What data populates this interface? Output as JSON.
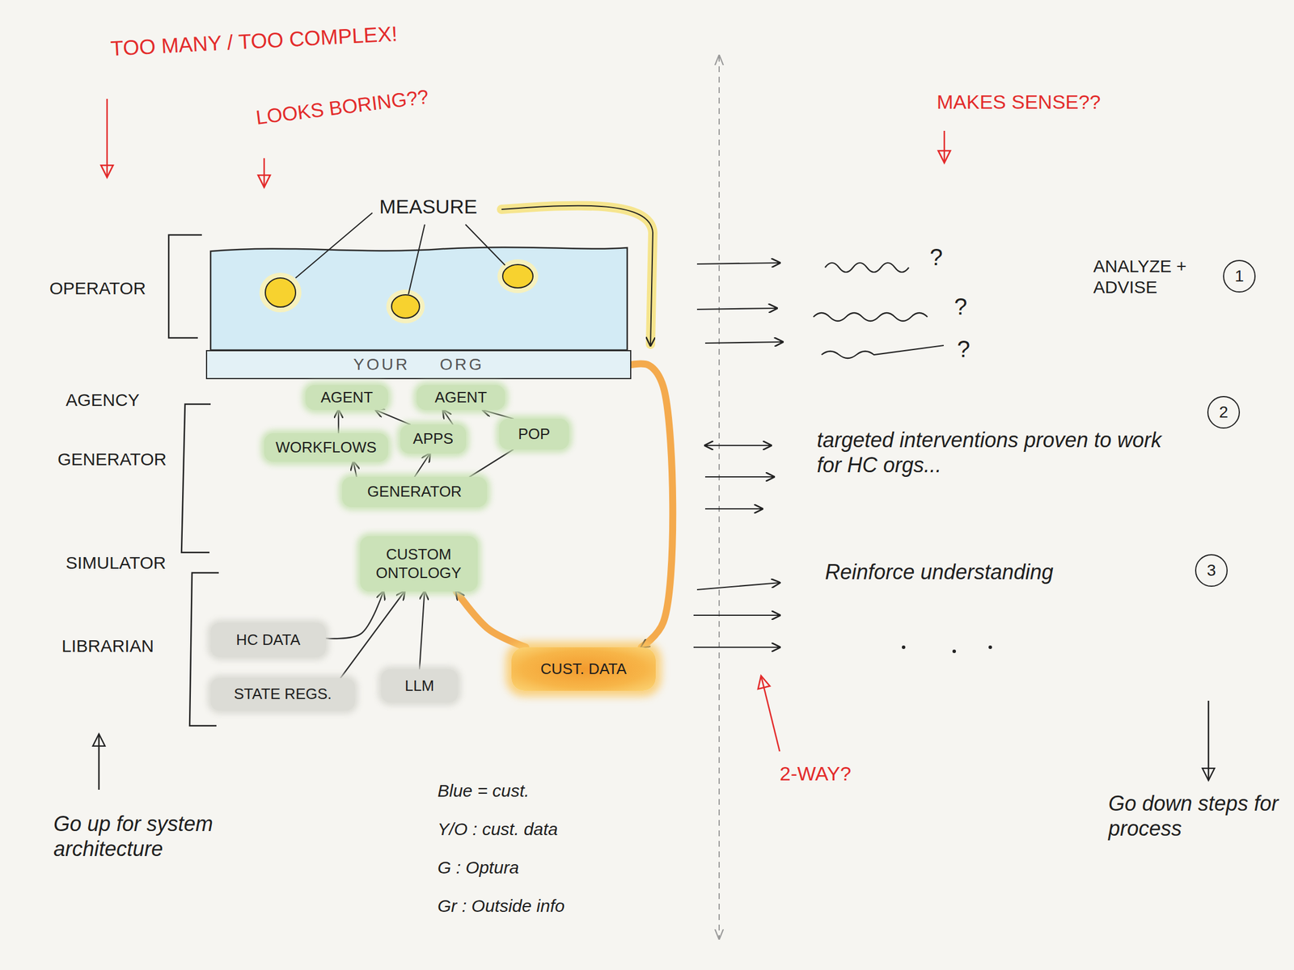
{
  "diagram": {
    "nodes": [
      {
        "text": [
          "YOUR ORG"
        ]
      },
      {
        "text": [
          "AGENT"
        ]
      },
      {
        "text": [
          "AGENT"
        ]
      },
      {
        "text": [
          "WORKFLOWS"
        ]
      },
      {
        "text": [
          "APPS"
        ]
      },
      {
        "text": [
          "POP"
        ]
      },
      {
        "text": [
          "GENERATOR"
        ]
      },
      {
        "text": [
          "CUSTOM ONTOLOGY"
        ]
      },
      {
        "text": [
          "HC DATA"
        ]
      },
      {
        "text": [
          "STATE REGS."
        ]
      },
      {
        "text": [
          "LLM"
        ]
      },
      {
        "text": [
          "CUST. DATA"
        ]
      },
      {
        "text": [
          "1"
        ]
      },
      {
        "text": [
          "2"
        ]
      },
      {
        "text": [
          "3"
        ]
      }
    ],
    "edges": [
      {
        "from": 0,
        "to": 11,
        "arrow": "to"
      },
      {
        "from": 11,
        "to": 7,
        "arrow": "to"
      },
      {
        "from": 8,
        "to": 7,
        "arrow": "to"
      },
      {
        "from": 9,
        "to": 7,
        "arrow": "to"
      },
      {
        "from": 10,
        "to": 7,
        "arrow": "to"
      },
      {
        "from": 6,
        "to": 3,
        "arrow": "to"
      },
      {
        "from": 6,
        "to": 4,
        "arrow": "to"
      },
      {
        "from": 6,
        "to": 5,
        "arrow": "none"
      },
      {
        "from": 3,
        "to": 1,
        "arrow": "to"
      },
      {
        "from": 4,
        "to": 1,
        "arrow": "to"
      },
      {
        "from": 4,
        "to": 2,
        "arrow": "to"
      },
      {
        "from": 5,
        "to": 2,
        "arrow": "to"
      }
    ],
    "labels": [
      "TOO MANY / TOO COMPLEX!",
      "LOOKS BORING??",
      "MAKES SENSE??",
      "MEASURE",
      "OPERATOR",
      "AGENCY",
      "GENERATOR",
      "SIMULATOR",
      "LIBRARIAN",
      "?",
      "?",
      "?",
      "ANALYZE + ADVISE",
      "targeted interventions proven to work for HC orgs...",
      "Reinforce understanding",
      "2-WAY?",
      "Go down steps for process",
      "Go up for system architecture"
    ],
    "legend": [
      {
        "text": "Blue = cust."
      },
      {
        "text": "Y/O : cust. data"
      },
      {
        "text": "G : Optura"
      },
      {
        "text": "Gr : Outside info"
      }
    ]
  }
}
